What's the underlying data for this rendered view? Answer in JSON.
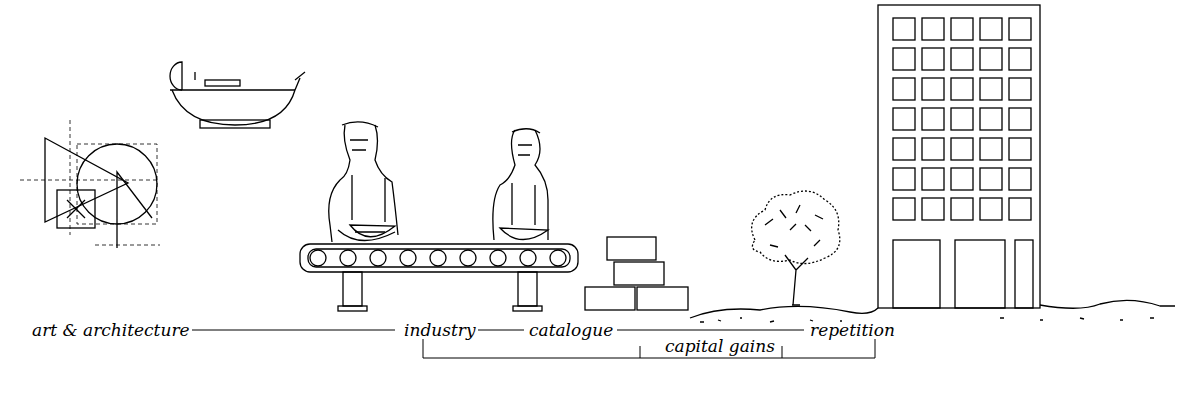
{
  "diagram": {
    "labels": [
      "art & architecture",
      "industry",
      "catalogue",
      "capital gains",
      "repetition"
    ]
  }
}
